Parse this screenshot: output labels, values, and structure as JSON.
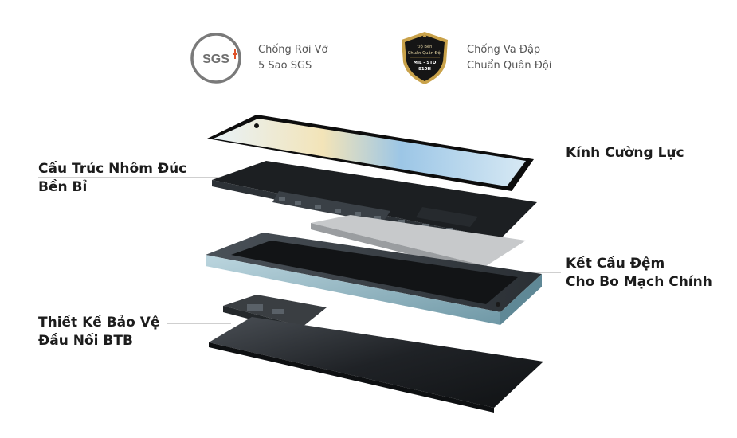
{
  "badges": {
    "sgs": {
      "logo_text": "SGS",
      "line1": "Chống Rơi Vỡ",
      "line2": "5 Sao SGS",
      "icon": "sgs-certification-icon",
      "color": "#7a7a7a",
      "accent": "#e0532b"
    },
    "mil": {
      "logo_line1": "Độ Bền",
      "logo_line2": "Chuẩn Quân Đội",
      "logo_line3": "MIL - STD",
      "logo_line4": "810H",
      "line1": "Chống Va Đập",
      "line2": "Chuẩn Quân Đội",
      "icon": "military-shield-icon",
      "color": "#1a1a1a",
      "accent": "#c9a24a"
    }
  },
  "labels": {
    "frame": {
      "line1": "Cấu Trúc Nhôm Đúc",
      "line2": "Bền Bỉ"
    },
    "glass": {
      "line1": "Kính Cường Lực"
    },
    "cushion": {
      "line1": "Kết Cấu Đệm",
      "line2": "Cho Bo Mạch Chính"
    },
    "btb": {
      "line1": "Thiết Kế Bảo Vệ",
      "line2": "Đầu Nối BTB"
    }
  },
  "illustration": {
    "icon": "exploded-phone-layers-icon"
  }
}
